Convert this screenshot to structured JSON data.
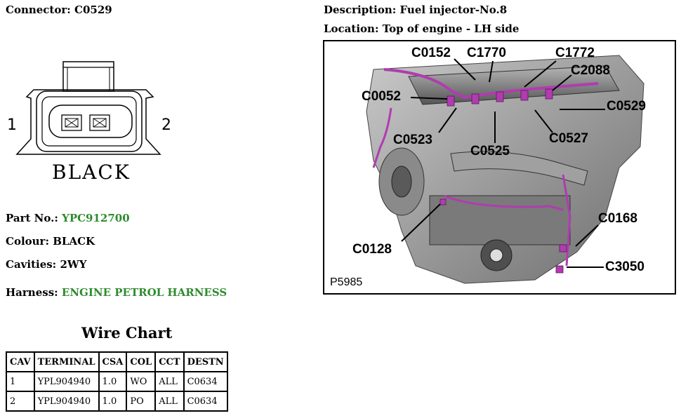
{
  "connector": {
    "label": "Connector:",
    "value": "C0529"
  },
  "description": {
    "label": "Description:",
    "value": "Fuel injector-No.8"
  },
  "location": {
    "label": "Location:",
    "value": "Top of engine - LH side"
  },
  "diagram": {
    "pin_left": "1",
    "pin_right": "2",
    "colour_label": "BLACK"
  },
  "details": {
    "part_no": {
      "label": "Part No.:",
      "value": "YPC912700"
    },
    "colour": {
      "label": "Colour:",
      "value": "BLACK"
    },
    "cavities": {
      "label": "Cavities:",
      "value": "2WY"
    },
    "harness": {
      "label": "Harness:",
      "value": "ENGINE PETROL HARNESS"
    }
  },
  "wire_chart": {
    "title": "Wire Chart",
    "headers": [
      "CAV",
      "TERMINAL",
      "CSA",
      "COL",
      "CCT",
      "DESTN"
    ],
    "rows": [
      [
        "1",
        "YPL904940",
        "1.0",
        "WO",
        "ALL",
        "C0634"
      ],
      [
        "2",
        "YPL904940",
        "1.0",
        "PO",
        "ALL",
        "C0634"
      ]
    ]
  },
  "engine_image": {
    "figure_id": "P5985",
    "callouts": [
      "C0152",
      "C1770",
      "C1772",
      "C2088",
      "C0052",
      "C0529",
      "C0523",
      "C0527",
      "C0525",
      "C0168",
      "C0128",
      "C3050"
    ],
    "highlight_color": "#b03cb0"
  }
}
